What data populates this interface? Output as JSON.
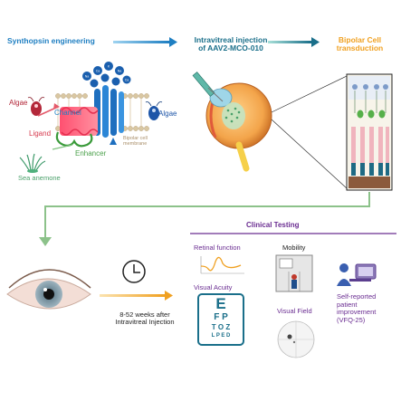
{
  "header": {
    "step1": "Synthopsin engineering",
    "step2_line1": "Intravitreal injection",
    "step2_line2": "of AAV2-MCO-010",
    "step3_line1": "Bipolar Cell",
    "step3_line2": "transduction"
  },
  "synthopsin": {
    "algae_left": "Algae",
    "algae_right": "Algae",
    "channel": "Channel",
    "ligand": "Ligand",
    "enhancer": "Enhancer",
    "sea_anemone": "Sea anemone",
    "membrane_line1": "Bipolar cell",
    "membrane_line2": "membrane"
  },
  "timeline": {
    "line1": "8-52 weeks after",
    "line2": "Intravitreal Injection"
  },
  "clinical": {
    "title": "Clinical Testing",
    "retinal_function": "Retinal function",
    "mobility": "Mobility",
    "visual_acuity": "Visual Acuity",
    "visual_field": "Visual Field",
    "patient_line1": "Self-reported",
    "patient_line2": "patient",
    "patient_line3": "improvement",
    "patient_line4": "(VFQ-25)",
    "chart_rows": [
      "E",
      "F P",
      "T O Z",
      "L P E D"
    ]
  },
  "colors": {
    "blue": "#1f7fc2",
    "teal": "#1a6f8a",
    "orange": "#f0a020",
    "purple": "#6a2d91",
    "green_arrow": "#8cc28a"
  }
}
